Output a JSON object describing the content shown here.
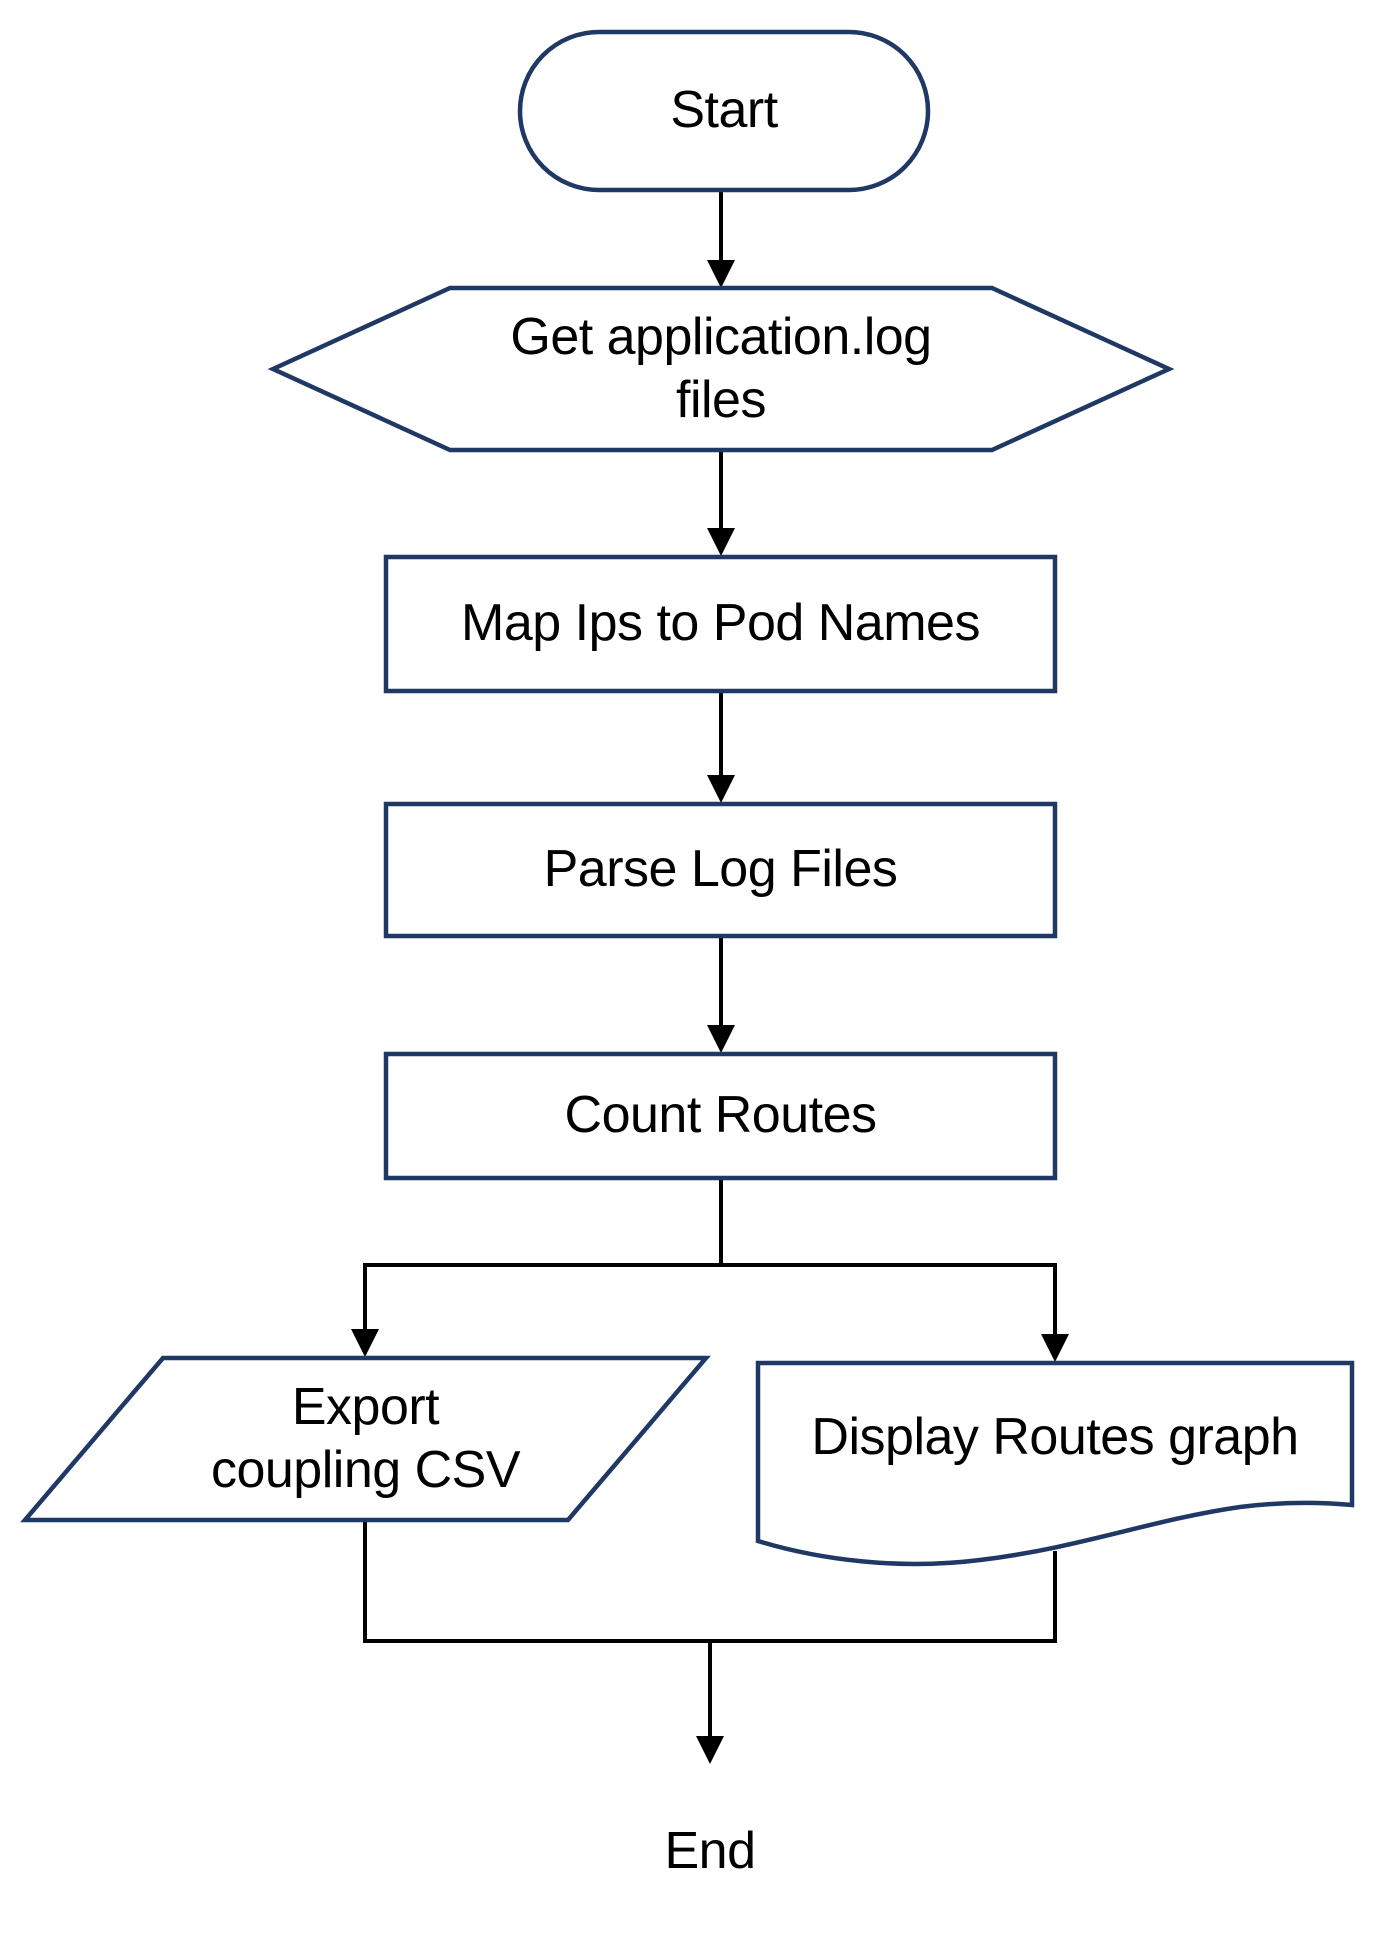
{
  "colors": {
    "shape-outline": "#1f3864",
    "connector": "#000000",
    "text": "#000000",
    "canvas-bg": "#ffffff"
  },
  "diagram": {
    "type": "flowchart",
    "nodes": [
      {
        "id": "start",
        "shape": "terminator",
        "label": "Start"
      },
      {
        "id": "get-log-files",
        "shape": "hexagon",
        "label": "Get application.log\nfiles"
      },
      {
        "id": "map-ips",
        "shape": "process",
        "label": "Map Ips to Pod Names"
      },
      {
        "id": "parse-logs",
        "shape": "process",
        "label": "Parse Log Files"
      },
      {
        "id": "count-routes",
        "shape": "process",
        "label": "Count Routes"
      },
      {
        "id": "export-csv",
        "shape": "parallelogram",
        "label": "Export\ncoupling CSV"
      },
      {
        "id": "display-graph",
        "shape": "document",
        "label": "Display Routes graph"
      },
      {
        "id": "end",
        "shape": "terminator",
        "label": "End"
      }
    ],
    "edges": [
      {
        "from": "start",
        "to": "get-log-files"
      },
      {
        "from": "get-log-files",
        "to": "map-ips"
      },
      {
        "from": "map-ips",
        "to": "parse-logs"
      },
      {
        "from": "parse-logs",
        "to": "count-routes"
      },
      {
        "from": "count-routes",
        "to": "export-csv"
      },
      {
        "from": "count-routes",
        "to": "display-graph"
      },
      {
        "from": "export-csv",
        "to": "end"
      },
      {
        "from": "display-graph",
        "to": "end"
      }
    ]
  }
}
